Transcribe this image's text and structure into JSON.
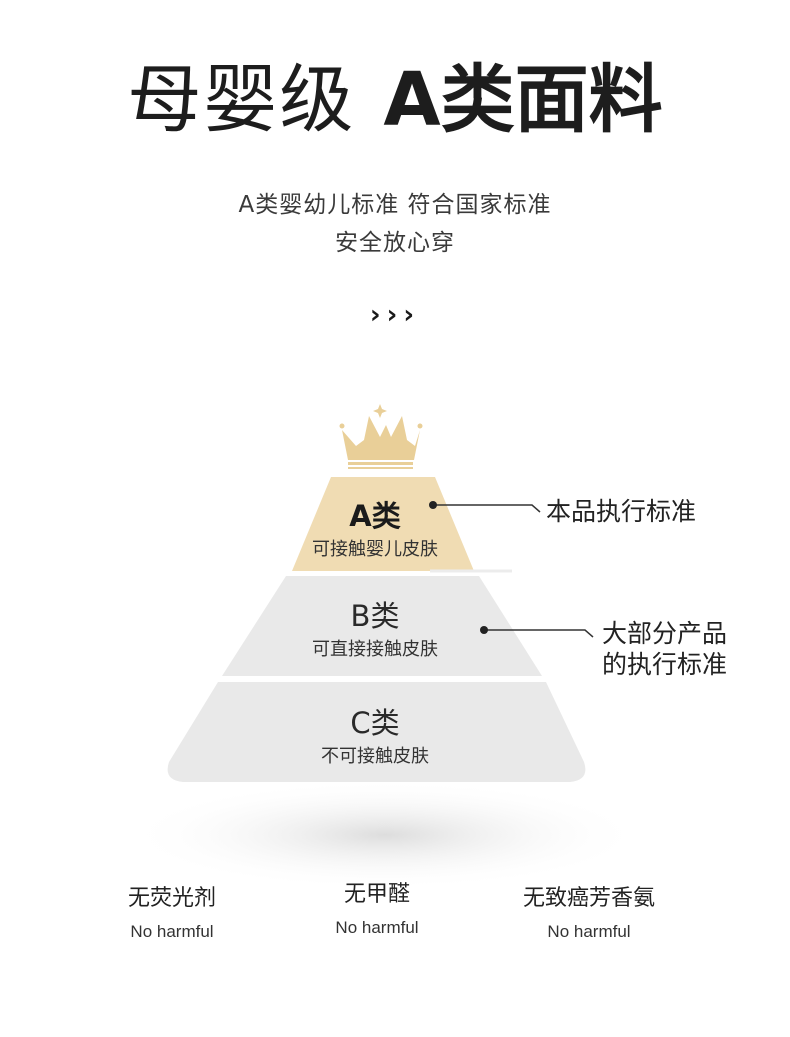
{
  "header": {
    "title_light": "母婴级",
    "title_bold": "A类面料",
    "subtitle_line1": "A类婴幼儿标准  符合国家标准",
    "subtitle_line2": "安全放心穿",
    "arrows": "›››"
  },
  "pyramid": {
    "crown_icon": "crown-icon",
    "tiers": [
      {
        "grade": "A类",
        "desc": "可接触婴儿皮肤",
        "color": "#f0dcb3"
      },
      {
        "grade": "B类",
        "desc": "可直接接触皮肤",
        "color": "#e8e8e8"
      },
      {
        "grade": "C类",
        "desc": "不可接触皮肤",
        "color": "#e8e8e8"
      }
    ],
    "callouts": [
      {
        "line1": "本品执行标准",
        "line2": ""
      },
      {
        "line1": "大部分产品",
        "line2": "的执行标准"
      }
    ]
  },
  "features": [
    {
      "title": "无荧光剂",
      "subtitle": "No harmful"
    },
    {
      "title": "无甲醛",
      "subtitle": "No harmful"
    },
    {
      "title": "无致癌芳香氨",
      "subtitle": "No harmful"
    }
  ]
}
